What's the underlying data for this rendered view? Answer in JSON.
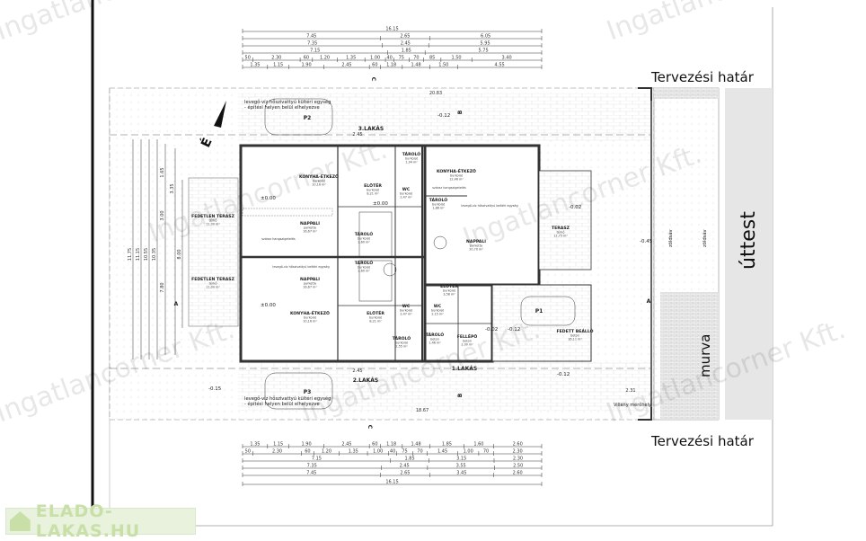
{
  "labels": {
    "boundary_top": "Tervezési határ",
    "boundary_bottom": "Tervezési határ",
    "road": "úttest",
    "gravel": "murva",
    "green_strip": "zöldsáv",
    "meter": "Villany mérőhely",
    "heatpump_line1": "levegő-víz hőszivattyú kültéri egység",
    "heatpump_line2": "- építési helyen belül elhelyezve",
    "indoor_unit": "levegő-víz hőszivattyú beltéri egység",
    "flooring_note": "száraz hangszigetelés",
    "north": "É"
  },
  "apartments": [
    "3.LAKÁS",
    "2.LAKÁS",
    "1.LAKÁS"
  ],
  "parking": [
    "P1",
    "P2",
    "P3"
  ],
  "section_marks": [
    "A",
    "A",
    "B",
    "B",
    "C",
    "C"
  ],
  "levels": [
    "-0.12",
    "±0.00",
    "±0.00",
    "±0.00",
    "-0.15",
    "-0.45",
    "-0.02",
    "-0.12",
    "-0.12",
    "-0.02"
  ],
  "rooms": [
    {
      "name": "KONYHA-ÉTKEZŐ",
      "floor": "burkolat",
      "area": "10,16 m²"
    },
    {
      "name": "NAPPALI",
      "floor": "parketta",
      "area": "16,67 m²"
    },
    {
      "name": "ELŐTÉR",
      "floor": "burkolat",
      "area": "8,21 m²"
    },
    {
      "name": "WC",
      "floor": "burkolat",
      "area": "2,47 m²"
    },
    {
      "name": "TÁROLÓ",
      "floor": "burkolat",
      "area": "1,94 m²"
    },
    {
      "name": "TÁROLÓ",
      "floor": "burkolat",
      "area": "2,60 m²"
    },
    {
      "name": "NAPPALI",
      "floor": "parketta",
      "area": "16,67 m²"
    },
    {
      "name": "KONYHA-ÉTKEZŐ",
      "floor": "burkolat",
      "area": "10,16 m²"
    },
    {
      "name": "ELŐTÉR",
      "floor": "burkolat",
      "area": "8,21 m²"
    },
    {
      "name": "WC",
      "floor": "burkolat",
      "area": "2,47 m²"
    },
    {
      "name": "TÁROLÓ",
      "floor": "burkolat",
      "area": "2,60 m²"
    },
    {
      "name": "TÁROLÓ",
      "floor": "burkolat",
      "area": "2,55 m²"
    },
    {
      "name": "KONYHA-ÉTKEZŐ",
      "floor": "burkolat",
      "area": "12,46 m²"
    },
    {
      "name": "TÁROLÓ",
      "floor": "burkolat",
      "area": "1,88 m²"
    },
    {
      "name": "NAPPALI",
      "floor": "parketta",
      "area": "20,70 m²"
    },
    {
      "name": "TERASZ",
      "floor": "térkő",
      "area": "12,75 m²"
    },
    {
      "name": "ELŐTÉR",
      "floor": "burkolat",
      "area": "3,58 m²"
    },
    {
      "name": "WC",
      "floor": "burkolat",
      "area": "2,15 m²"
    },
    {
      "name": "TÁROLÓ",
      "floor": "beton",
      "area": "1,46 m²"
    },
    {
      "name": "FELLÉPŐ",
      "floor": "beton",
      "area": "2,00 m²"
    },
    {
      "name": "FEDETT BEÁLLÓ",
      "floor": "beton",
      "area": "16,11 m²"
    },
    {
      "name": "FEDETLEN TERASZ",
      "floor": "térkő",
      "area": "11,00 m²"
    },
    {
      "name": "FEDETLEN TERASZ",
      "floor": "térkő",
      "area": "11,00 m²"
    }
  ],
  "site_dims": [
    "20.83",
    "18.67",
    "2.45",
    "2.45",
    "2.31"
  ],
  "top_dims": [
    [
      "16.15"
    ],
    [
      "7.45",
      "2.65",
      "6.05"
    ],
    [
      "7.35",
      "2.45",
      "5.95"
    ],
    [
      "7.15",
      "1.85",
      "5.75"
    ],
    [
      "50",
      "2.30",
      "60",
      "1.20",
      "1.35",
      "1.00",
      "40",
      "75",
      "70",
      "85",
      "1.50",
      "3.40"
    ],
    [
      "1.35",
      "1.15",
      "1.90",
      "2.45",
      "60",
      "1.18",
      "1.48",
      "1.50",
      "4.55"
    ]
  ],
  "bottom_dims": [
    [
      "1.35",
      "1.15",
      "1.90",
      "2.45",
      "60",
      "1.18",
      "1.48",
      "1.85",
      "1.60",
      "2.60"
    ],
    [
      "50",
      "2.30",
      "60",
      "1.20",
      "1.35",
      "1.00",
      "40",
      "75",
      "70",
      "1.45",
      "1.00",
      "70",
      "2.30"
    ],
    [
      "7.15",
      "1.85",
      "3.15",
      "2.30"
    ],
    [
      "7.35",
      "2.45",
      "3.55",
      "2.50"
    ],
    [
      "7.45",
      "2.65",
      "3.45",
      "2.60"
    ],
    [
      "16.15"
    ]
  ],
  "left_dims": [
    "11.75",
    "11.15",
    "10.55",
    "10.35",
    "3.35",
    "1.65",
    "3.00",
    "7.80",
    "8.00"
  ],
  "watermark": "Ingatlancorner Kft.",
  "logo": "ELADO-LAKAS.HU"
}
